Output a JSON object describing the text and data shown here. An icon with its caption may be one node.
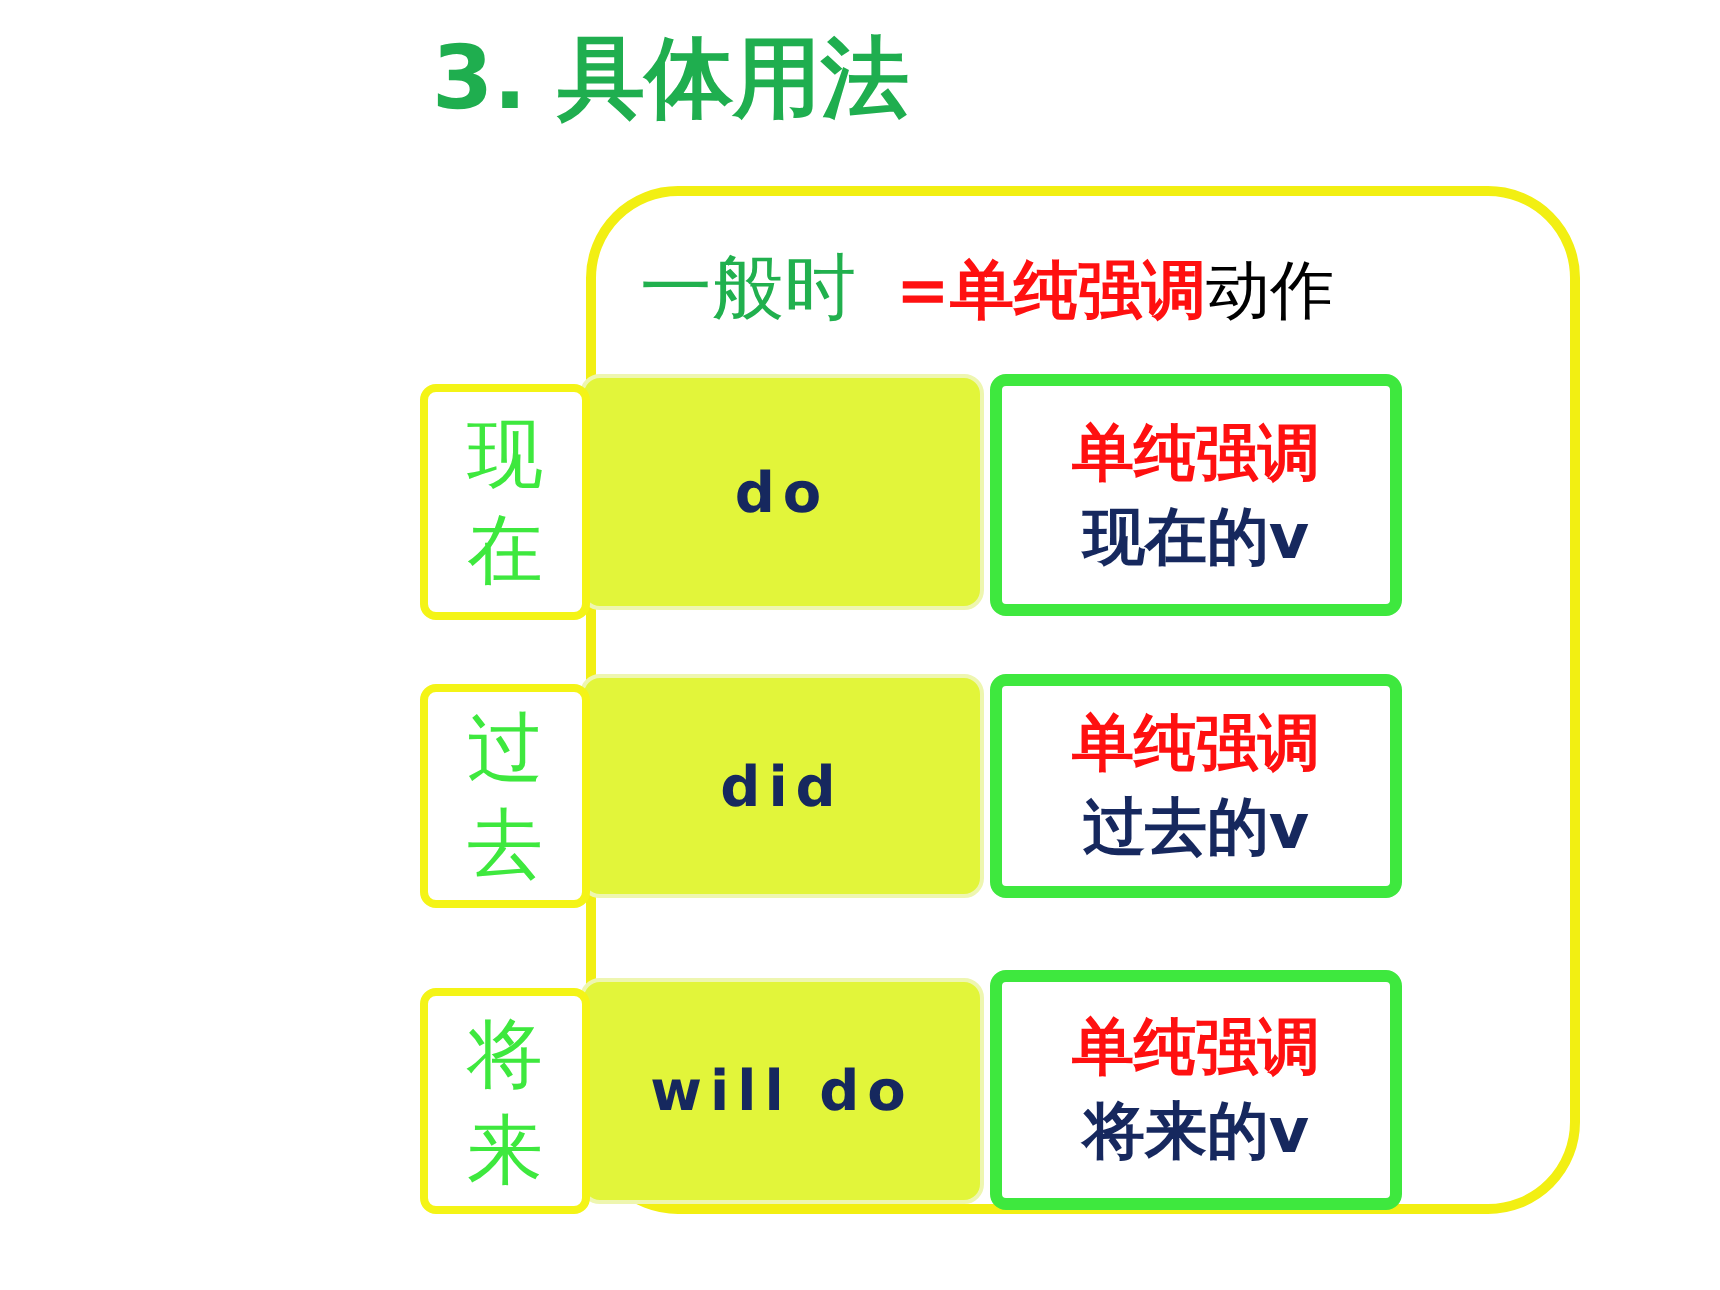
{
  "diagram": {
    "title": "3. 具体用法",
    "nodes": [
      {
        "text": [
          "一般时",
          "=单纯强调",
          "动作"
        ]
      },
      {
        "text": [
          "现在"
        ]
      },
      {
        "text": [
          "do"
        ],
        "in": 0
      },
      {
        "text": [
          "单纯强调",
          "现在的v"
        ],
        "in": 0
      },
      {
        "text": [
          "过去"
        ]
      },
      {
        "text": [
          "did"
        ],
        "in": 0
      },
      {
        "text": [
          "单纯强调",
          "过去的v"
        ],
        "in": 0
      },
      {
        "text": [
          "将来"
        ]
      },
      {
        "text": [
          "will do"
        ],
        "in": 0
      },
      {
        "text": [
          "单纯强调",
          "将来的v"
        ],
        "in": 0
      }
    ],
    "edges": []
  }
}
